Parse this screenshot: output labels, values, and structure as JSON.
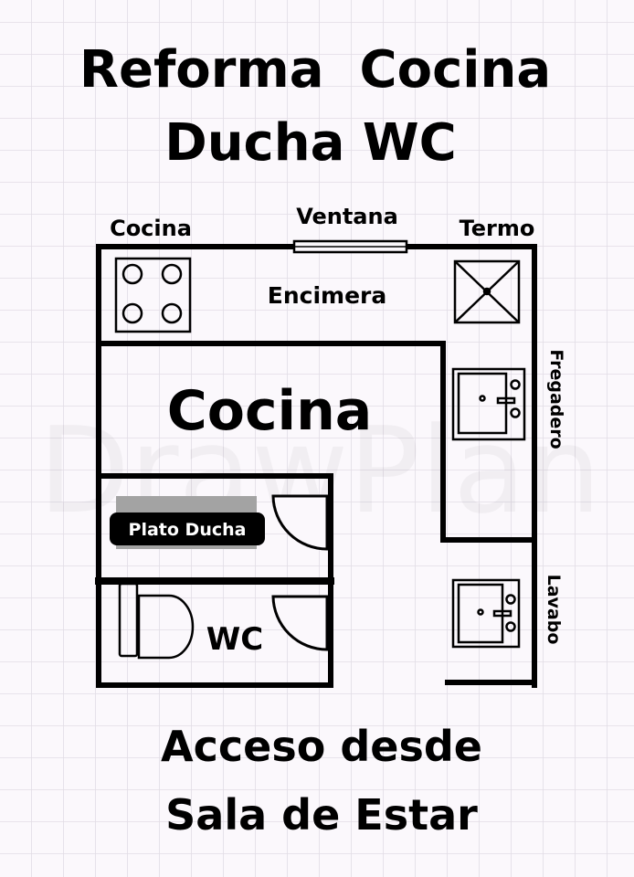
{
  "title": {
    "line1": "Reforma  Cocina",
    "line2": "Ducha WC"
  },
  "watermark": "DrawPlan",
  "labels": {
    "cocina_top": "Cocina",
    "ventana": "Ventana",
    "termo": "Termo",
    "encimera": "Encimera",
    "cocina_room": "Cocina",
    "fregadero": "Fregadero",
    "lavabo": "Lavabo",
    "plato_ducha": "Plato Ducha",
    "wc": "WC"
  },
  "footer": {
    "line1": "Acceso desde",
    "line2": "Sala de Estar"
  }
}
